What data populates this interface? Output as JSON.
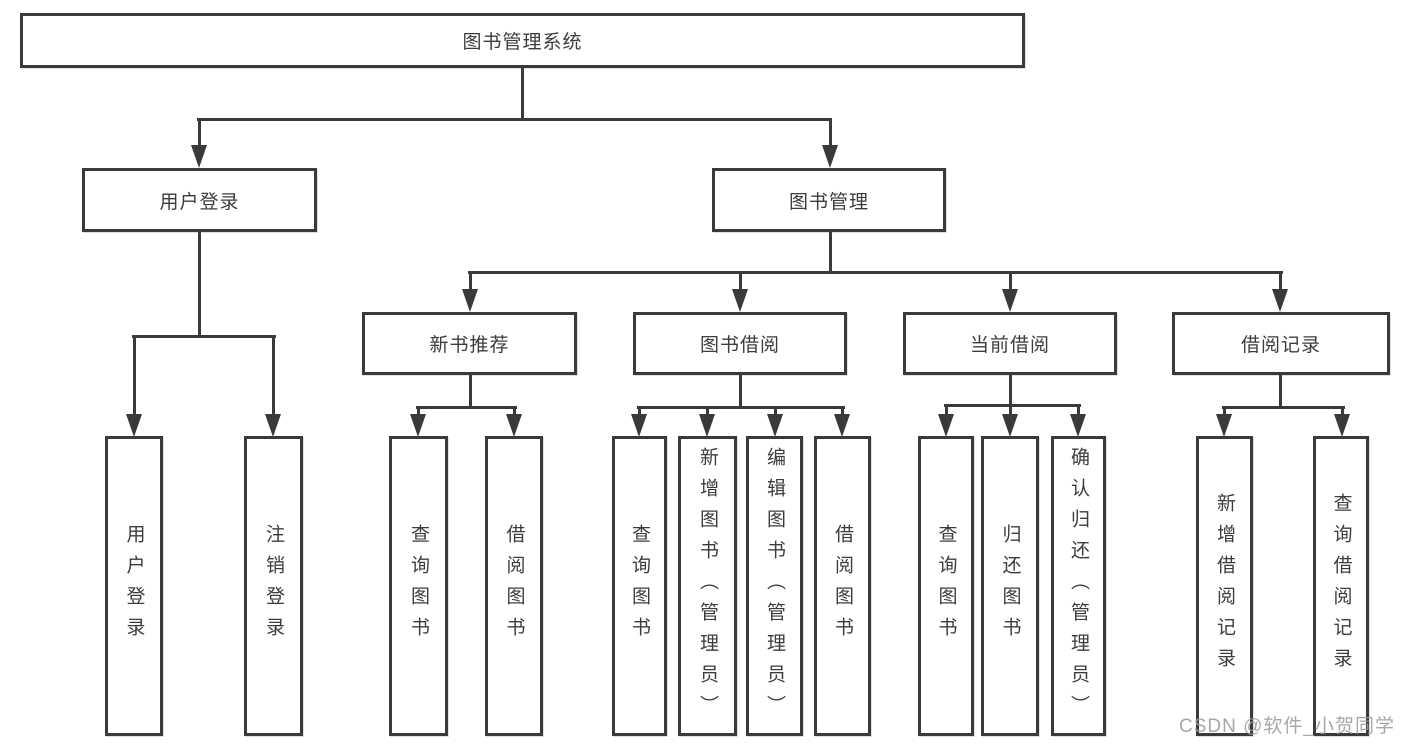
{
  "diagram": {
    "title": "图书管理系统",
    "nodes": [
      {
        "id": "root",
        "label": "图书管理系统",
        "parent": null
      },
      {
        "id": "user-login",
        "label": "用户登录",
        "parent": "root"
      },
      {
        "id": "book-mgmt",
        "label": "图书管理",
        "parent": "root"
      },
      {
        "id": "leaf-user-login",
        "label": "用户登录",
        "parent": "user-login"
      },
      {
        "id": "leaf-logout",
        "label": "注销登录",
        "parent": "user-login"
      },
      {
        "id": "new-book-rec",
        "label": "新书推荐",
        "parent": "book-mgmt"
      },
      {
        "id": "book-borrow",
        "label": "图书借阅",
        "parent": "book-mgmt"
      },
      {
        "id": "current-borrow",
        "label": "当前借阅",
        "parent": "book-mgmt"
      },
      {
        "id": "borrow-records",
        "label": "借阅记录",
        "parent": "book-mgmt"
      },
      {
        "id": "rec-query-books",
        "label": "查询图书",
        "parent": "new-book-rec"
      },
      {
        "id": "rec-borrow-books",
        "label": "借阅图书",
        "parent": "new-book-rec"
      },
      {
        "id": "bb-query-books",
        "label": "查询图书",
        "parent": "book-borrow"
      },
      {
        "id": "bb-add-books",
        "label": "新增图书（管理员）",
        "parent": "book-borrow"
      },
      {
        "id": "bb-edit-books",
        "label": "编辑图书（管理员）",
        "parent": "book-borrow"
      },
      {
        "id": "bb-borrow-books",
        "label": "借阅图书",
        "parent": "book-borrow"
      },
      {
        "id": "cb-query-books",
        "label": "查询图书",
        "parent": "current-borrow"
      },
      {
        "id": "cb-return-books",
        "label": "归还图书",
        "parent": "current-borrow"
      },
      {
        "id": "cb-confirm-return",
        "label": "确认归还（管理员）",
        "parent": "current-borrow"
      },
      {
        "id": "br-add-record",
        "label": "新增借阅记录",
        "parent": "borrow-records"
      },
      {
        "id": "br-query-record",
        "label": "查询借阅记录",
        "parent": "borrow-records"
      }
    ]
  },
  "watermark": "CSDN @软件_小贺同学",
  "colors": {
    "line": "#3a3a3a",
    "text": "#3c3c3c",
    "watermark": "#9c9c9c",
    "background": "#ffffff"
  }
}
